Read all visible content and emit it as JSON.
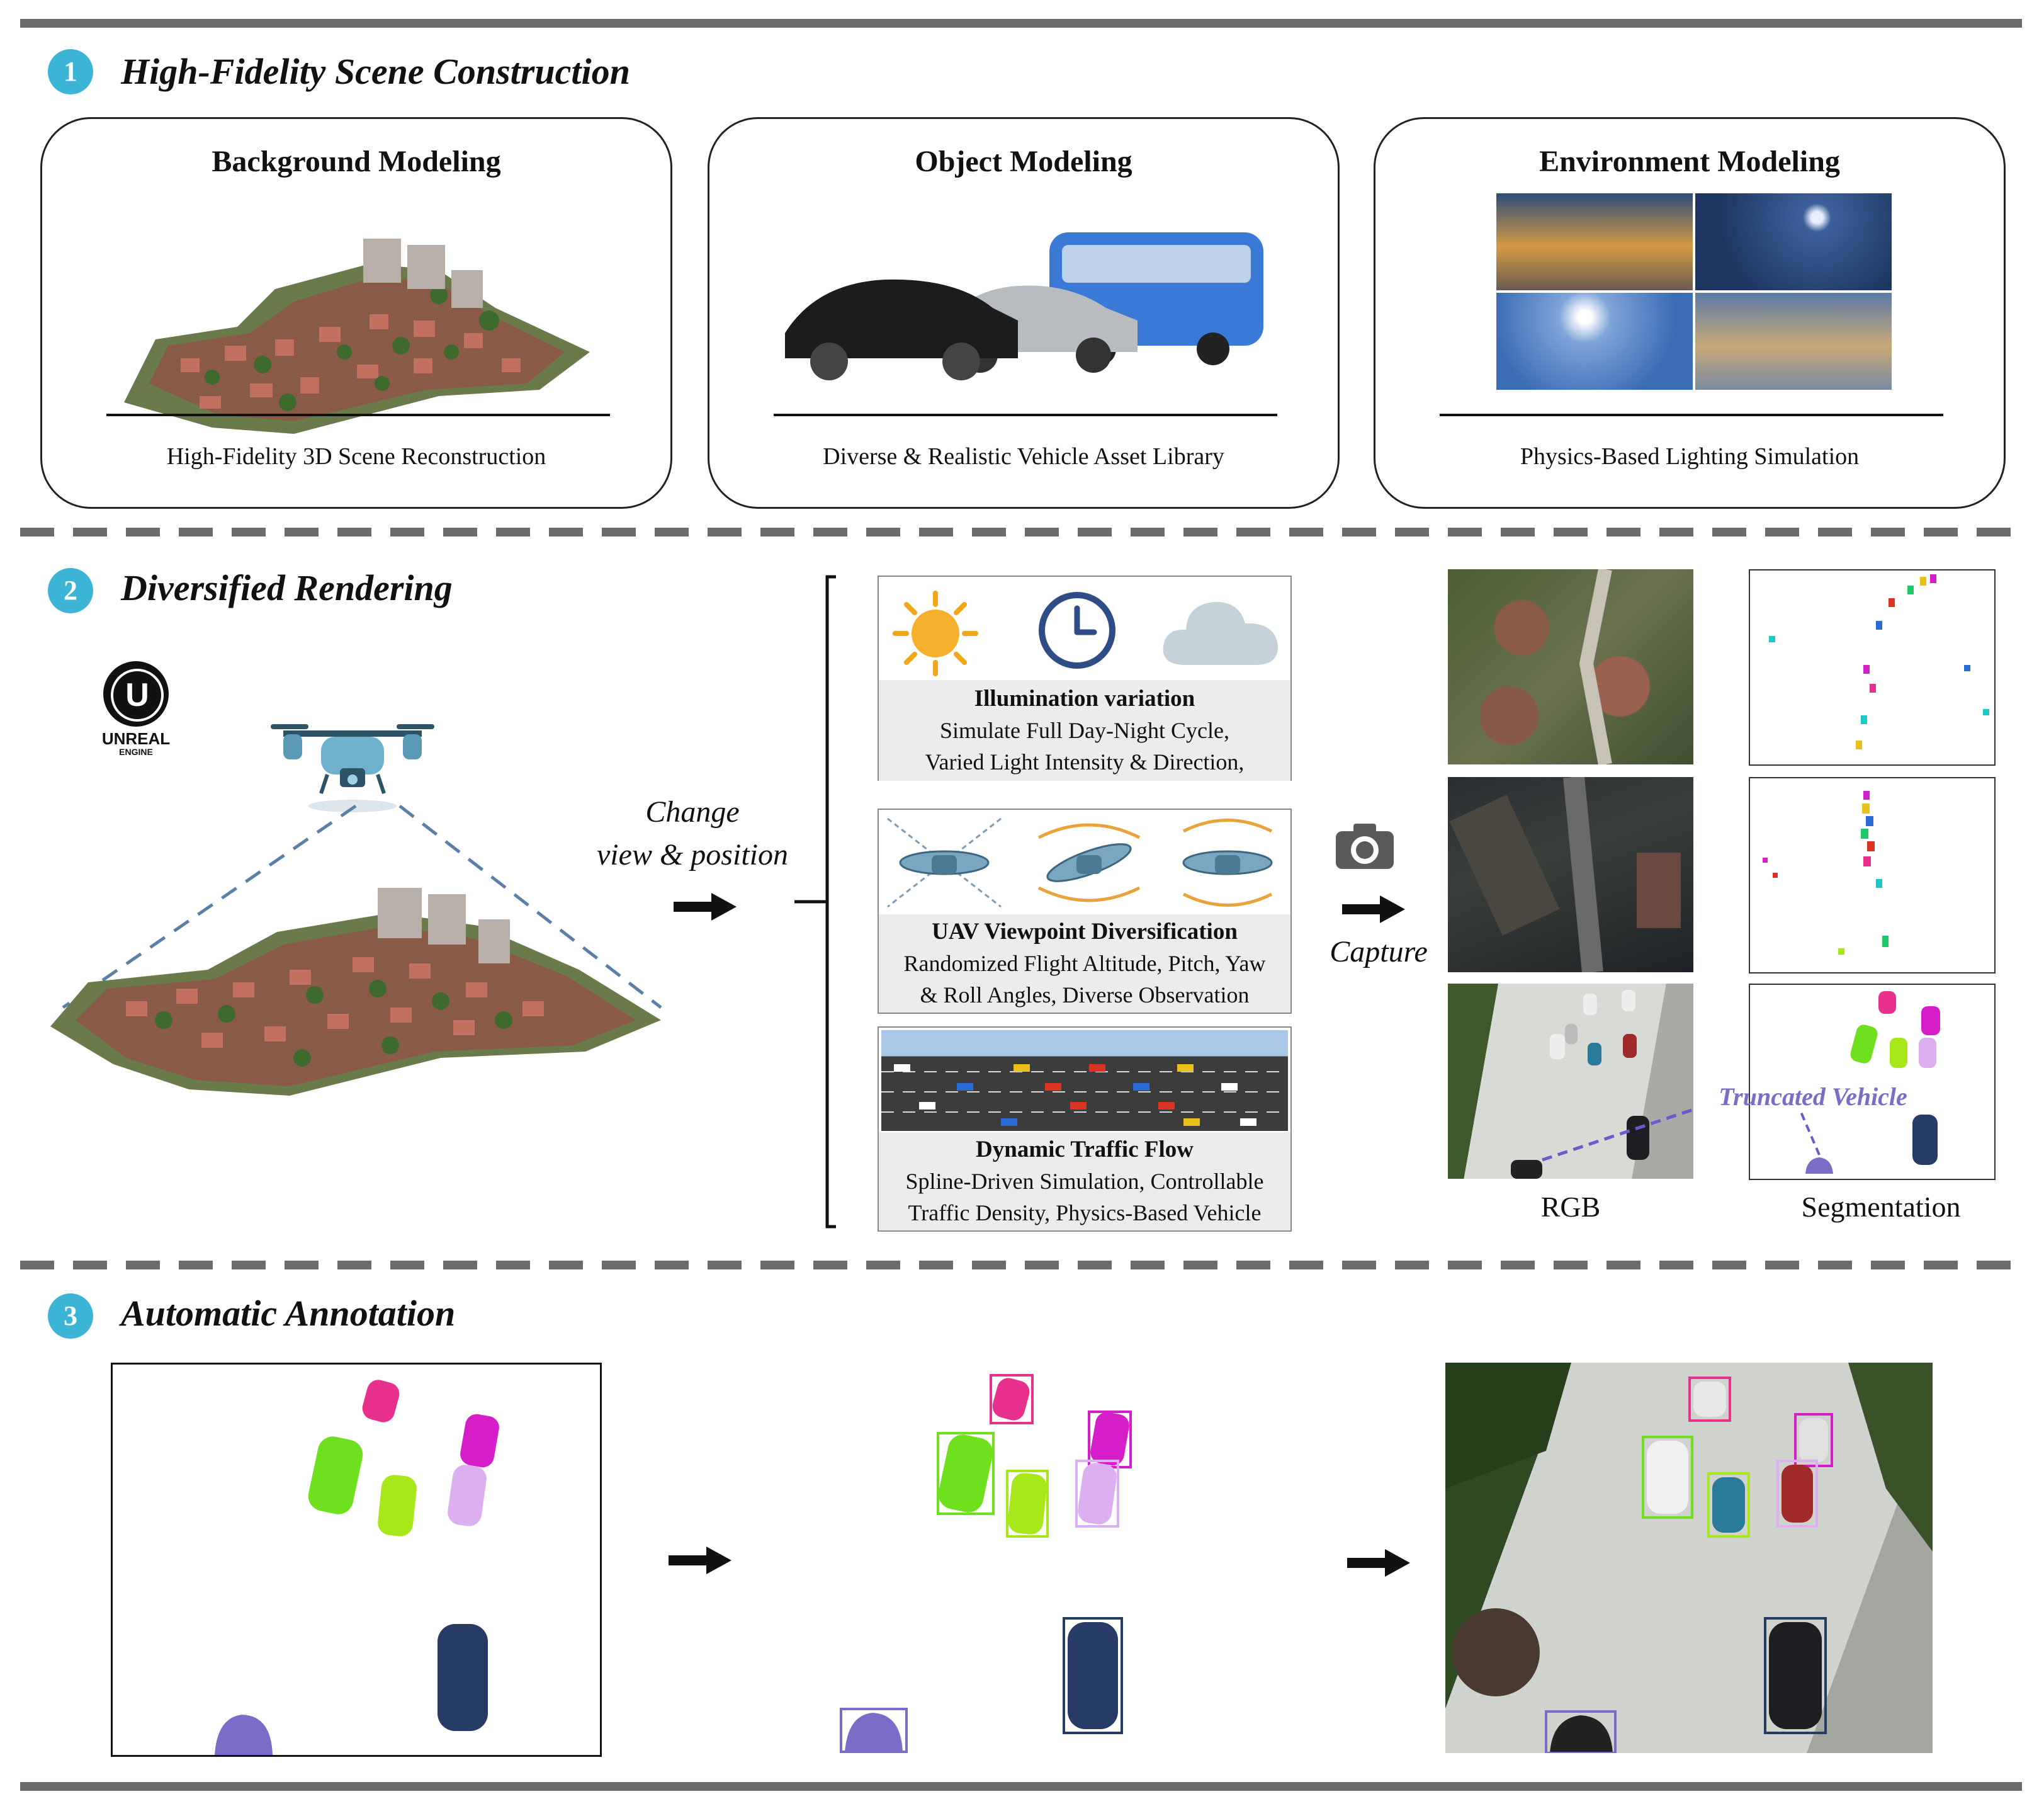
{
  "sections": [
    {
      "number": "1",
      "title": "High-Fidelity Scene Construction"
    },
    {
      "number": "2",
      "title": "Diversified Rendering"
    },
    {
      "number": "3",
      "title": "Automatic Annotation"
    }
  ],
  "construction": {
    "cards": [
      {
        "title": "Background Modeling",
        "subtitle": "High-Fidelity 3D Scene Reconstruction"
      },
      {
        "title": "Object Modeling",
        "subtitle": "Diverse & Realistic Vehicle Asset Library"
      },
      {
        "title": "Environment Modeling",
        "subtitle": "Physics-Based Lighting Simulation"
      }
    ]
  },
  "rendering": {
    "engine_logo": {
      "line1": "UNREAL",
      "line2": "ENGINE"
    },
    "change_label_1": "Change",
    "change_label_2": "view & position",
    "capture_label": "Capture",
    "panels": [
      {
        "title": "Illumination variation",
        "line1": "Simulate Full Day-Night Cycle,",
        "line2": "Varied Light Intensity & Direction,"
      },
      {
        "title": "UAV Viewpoint Diversification",
        "line1": "Randomized Flight Altitude, Pitch, Yaw",
        "line2": "& Roll Angles, Diverse Observation"
      },
      {
        "title": "Dynamic Traffic Flow",
        "line1": "Spline-Driven Simulation, Controllable",
        "line2": "Traffic Density, Physics-Based Vehicle"
      }
    ],
    "annotation_truncated": "Truncated Vehicle",
    "column_labels": {
      "rgb": "RGB",
      "segmentation": "Segmentation"
    }
  },
  "icons": [
    "sun-icon",
    "clock-icon",
    "cloud-icon",
    "drone-icon",
    "camera-icon",
    "arrow-right-icon"
  ],
  "colors": {
    "accent_circle": "#3bb4d6",
    "rule": "#6b6b6b",
    "seg_pink": "#e8318c",
    "seg_magenta": "#d61ec8",
    "seg_green": "#6ee01e",
    "seg_lime": "#a8e81a",
    "seg_lavender": "#dcb0f0",
    "seg_navy": "#263c66",
    "seg_purple": "#7d6bc8"
  }
}
